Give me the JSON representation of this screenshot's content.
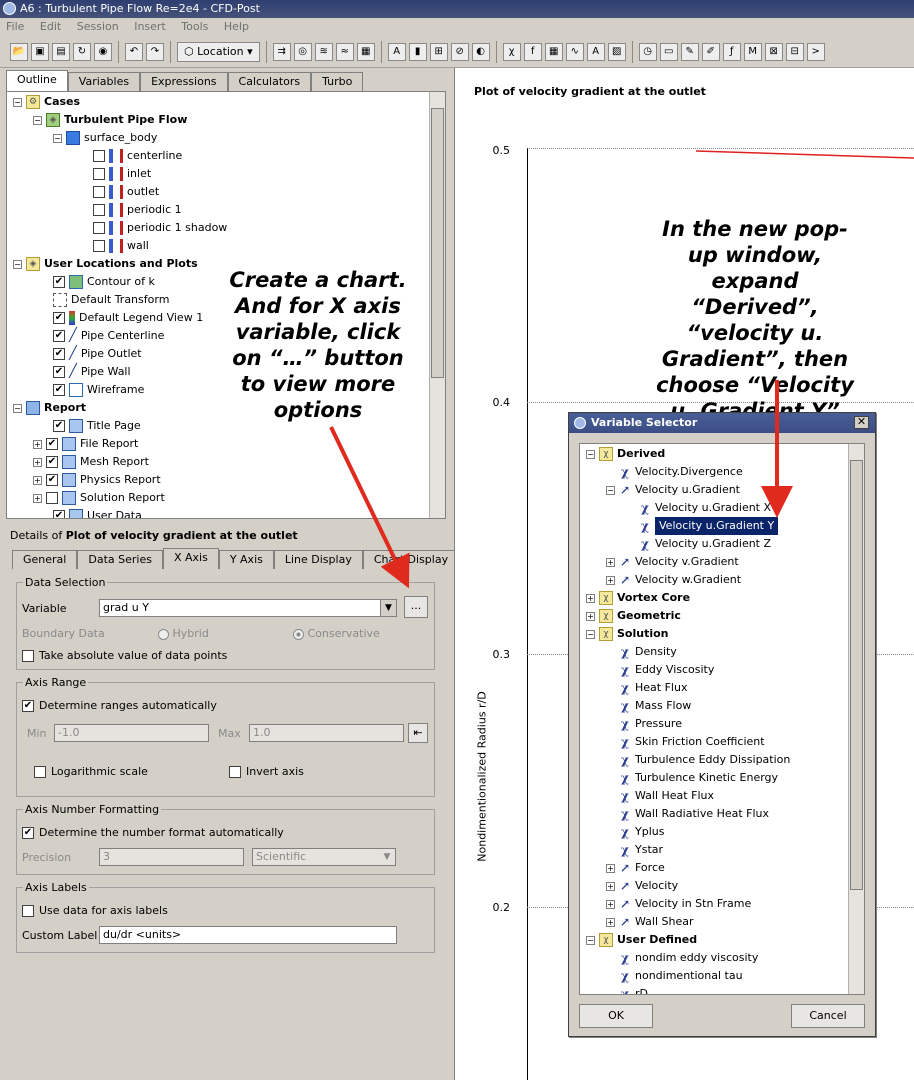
{
  "window": {
    "title": "A6 : Turbulent Pipe Flow Re=2e4 - CFD-Post"
  },
  "menu": [
    "File",
    "Edit",
    "Session",
    "Insert",
    "Tools",
    "Help"
  ],
  "toolbar": {
    "location_label": "Location"
  },
  "left_tabs": [
    "Outline",
    "Variables",
    "Expressions",
    "Calculators",
    "Turbo"
  ],
  "outline": [
    {
      "label": "Cases",
      "bold": true,
      "exp": "−"
    },
    {
      "label": "Turbulent Pipe Flow",
      "bold": true,
      "exp": "−"
    },
    {
      "label": "surface_body",
      "exp": "−"
    },
    {
      "label": "centerline",
      "cb": ""
    },
    {
      "label": "inlet",
      "cb": ""
    },
    {
      "label": "outlet",
      "cb": ""
    },
    {
      "label": "periodic 1",
      "cb": ""
    },
    {
      "label": "periodic 1 shadow",
      "cb": ""
    },
    {
      "label": "wall",
      "cb": ""
    },
    {
      "label": "User Locations and Plots",
      "bold": true,
      "exp": "−"
    },
    {
      "label": "Contour of k",
      "cb": "✔"
    },
    {
      "label": "Default Transform"
    },
    {
      "label": "Default Legend View 1",
      "cb": "✔"
    },
    {
      "label": "Pipe Centerline",
      "cb": "✔"
    },
    {
      "label": "Pipe Outlet",
      "cb": "✔"
    },
    {
      "label": "Pipe Wall",
      "cb": "✔"
    },
    {
      "label": "Wireframe",
      "cb": "✔"
    },
    {
      "label": "Report",
      "bold": true,
      "exp": "−"
    },
    {
      "label": "Title Page",
      "cb": "✔"
    },
    {
      "label": "File Report",
      "cb": "✔",
      "exp": "+"
    },
    {
      "label": "Mesh Report",
      "cb": "✔",
      "exp": "+"
    },
    {
      "label": "Physics Report",
      "cb": "✔",
      "exp": "+"
    },
    {
      "label": "Solution Report",
      "cb": "",
      "exp": "+"
    },
    {
      "label": "User Data",
      "cb": "✔"
    }
  ],
  "details": {
    "prefix": "Details of ",
    "name": "Plot of velocity gradient at the outlet",
    "tabs": [
      "General",
      "Data Series",
      "X Axis",
      "Y Axis",
      "Line Display",
      "Chart Display"
    ],
    "data_selection": {
      "title": "Data Selection",
      "variable_label": "Variable",
      "variable_value": "grad u Y",
      "more_button": "...",
      "boundary_label": "Boundary Data",
      "hybrid": "Hybrid",
      "conservative": "Conservative",
      "abs_label": "Take absolute value of data points"
    },
    "axis_range": {
      "title": "Axis Range",
      "auto_label": "Determine ranges automatically",
      "min_label": "Min",
      "min_value": "-1.0",
      "max_label": "Max",
      "max_value": "1.0",
      "log_label": "Logarithmic scale",
      "invert_label": "Invert axis"
    },
    "number_format": {
      "title": "Axis Number Formatting",
      "auto_label": "Determine the number format automatically",
      "precision_label": "Precision",
      "precision_value": "3",
      "format_value": "Scientific"
    },
    "axis_labels": {
      "title": "Axis Labels",
      "use_data_label": "Use data for axis labels",
      "custom_label": "Custom Label",
      "custom_value": "du/dr <units>"
    }
  },
  "chart": {
    "title": "Plot of velocity gradient at the outlet",
    "ylabel": "Nondimentionalized Radius r/D",
    "yticks": [
      "0.5",
      "0.4",
      "0.3",
      "0.2"
    ]
  },
  "annotations": {
    "left": "Create a chart. And for X axis variable, click on “…” button to view more options",
    "right": "In the new pop-up window, expand “Derived”, “velocity u. Gradient”, then choose “Velocity u. Gradient Y”"
  },
  "dialog": {
    "title": "Variable Selector",
    "ok": "OK",
    "cancel": "Cancel",
    "items": [
      {
        "label": "Derived",
        "kind": "folder",
        "exp": "−",
        "bold": true
      },
      {
        "label": "Velocity.Divergence",
        "kind": "var"
      },
      {
        "label": "Velocity u.Gradient",
        "kind": "vec",
        "exp": "−"
      },
      {
        "label": "Velocity u.Gradient X",
        "kind": "var"
      },
      {
        "label": "Velocity u.Gradient Y",
        "kind": "var",
        "selected": true
      },
      {
        "label": "Velocity u.Gradient Z",
        "kind": "var"
      },
      {
        "label": "Velocity v.Gradient",
        "kind": "vec",
        "exp": "+"
      },
      {
        "label": "Velocity w.Gradient",
        "kind": "vec",
        "exp": "+"
      },
      {
        "label": "Vortex Core",
        "kind": "folder",
        "exp": "+",
        "bold": true
      },
      {
        "label": "Geometric",
        "kind": "folder",
        "exp": "+",
        "bold": true
      },
      {
        "label": "Solution",
        "kind": "folder",
        "exp": "−",
        "bold": true
      },
      {
        "label": "Density",
        "kind": "var"
      },
      {
        "label": "Eddy Viscosity",
        "kind": "var"
      },
      {
        "label": "Heat Flux",
        "kind": "var"
      },
      {
        "label": "Mass Flow",
        "kind": "var"
      },
      {
        "label": "Pressure",
        "kind": "var"
      },
      {
        "label": "Skin Friction Coefficient",
        "kind": "var"
      },
      {
        "label": "Turbulence Eddy Dissipation",
        "kind": "var"
      },
      {
        "label": "Turbulence Kinetic Energy",
        "kind": "var"
      },
      {
        "label": "Wall Heat Flux",
        "kind": "var"
      },
      {
        "label": "Wall Radiative Heat Flux",
        "kind": "var"
      },
      {
        "label": "Yplus",
        "kind": "var"
      },
      {
        "label": "Ystar",
        "kind": "var"
      },
      {
        "label": "Force",
        "kind": "vec",
        "exp": "+"
      },
      {
        "label": "Velocity",
        "kind": "vec",
        "exp": "+"
      },
      {
        "label": "Velocity in Stn Frame",
        "kind": "vec",
        "exp": "+"
      },
      {
        "label": "Wall Shear",
        "kind": "vec",
        "exp": "+"
      },
      {
        "label": "User Defined",
        "kind": "folder",
        "exp": "−",
        "bold": true
      },
      {
        "label": "nondim eddy viscosity",
        "kind": "var"
      },
      {
        "label": "nondimentional tau",
        "kind": "var"
      },
      {
        "label": "rD",
        "kind": "var"
      }
    ]
  }
}
